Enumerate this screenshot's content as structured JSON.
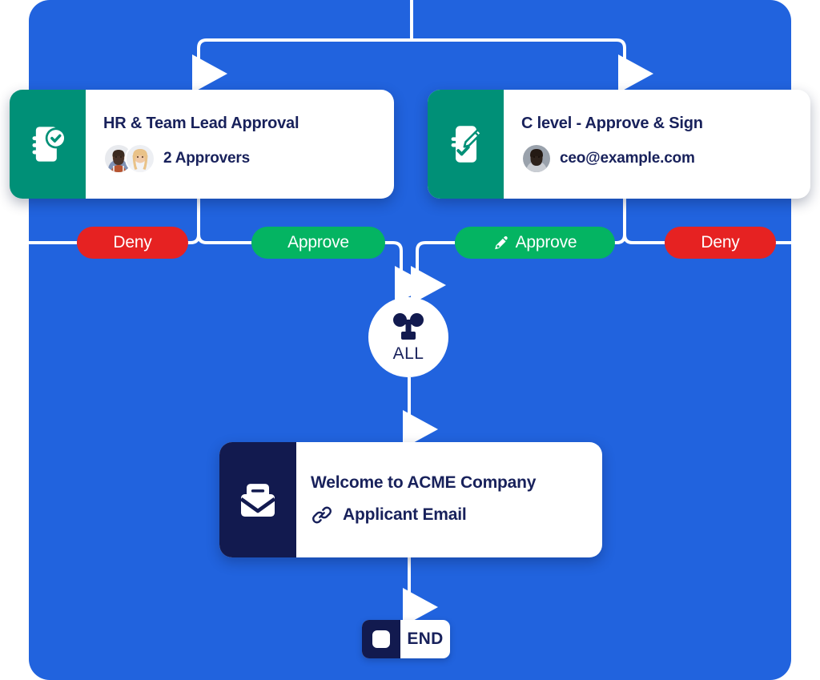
{
  "canvas": {
    "background_color": "#2163DE",
    "card_green": "#009077",
    "card_navy": "#121A4F",
    "text_navy": "#18215B",
    "pill_deny_color": "#E62222",
    "pill_approve_color": "#04B462",
    "wire_color": "#FFFFFF"
  },
  "nodes": {
    "hr_approval": {
      "title": "HR & Team Lead Approval",
      "subtitle": "2 Approvers",
      "icon": "document-check-icon",
      "avatar_count": 2
    },
    "c_level": {
      "title": "C level - Approve & Sign",
      "subtitle": "ceo@example.com",
      "icon": "document-sign-icon",
      "avatar_count": 1
    },
    "all_junction": {
      "label": "ALL",
      "icon": "merge-junction-icon"
    },
    "email": {
      "title": "Welcome to ACME Company",
      "subtitle": "Applicant Email",
      "icon": "envelope-icon",
      "subtitle_icon": "link-icon"
    },
    "end": {
      "label": "END",
      "icon": "stop-square-icon"
    }
  },
  "pills": [
    {
      "id": "deny-1",
      "label": "Deny",
      "type": "deny",
      "icon": null
    },
    {
      "id": "approve-1",
      "label": "Approve",
      "type": "approve",
      "icon": null
    },
    {
      "id": "approve-2",
      "label": "Approve",
      "type": "approve",
      "icon": "signature-pen-icon"
    },
    {
      "id": "deny-2",
      "label": "Deny",
      "type": "deny",
      "icon": null
    }
  ]
}
